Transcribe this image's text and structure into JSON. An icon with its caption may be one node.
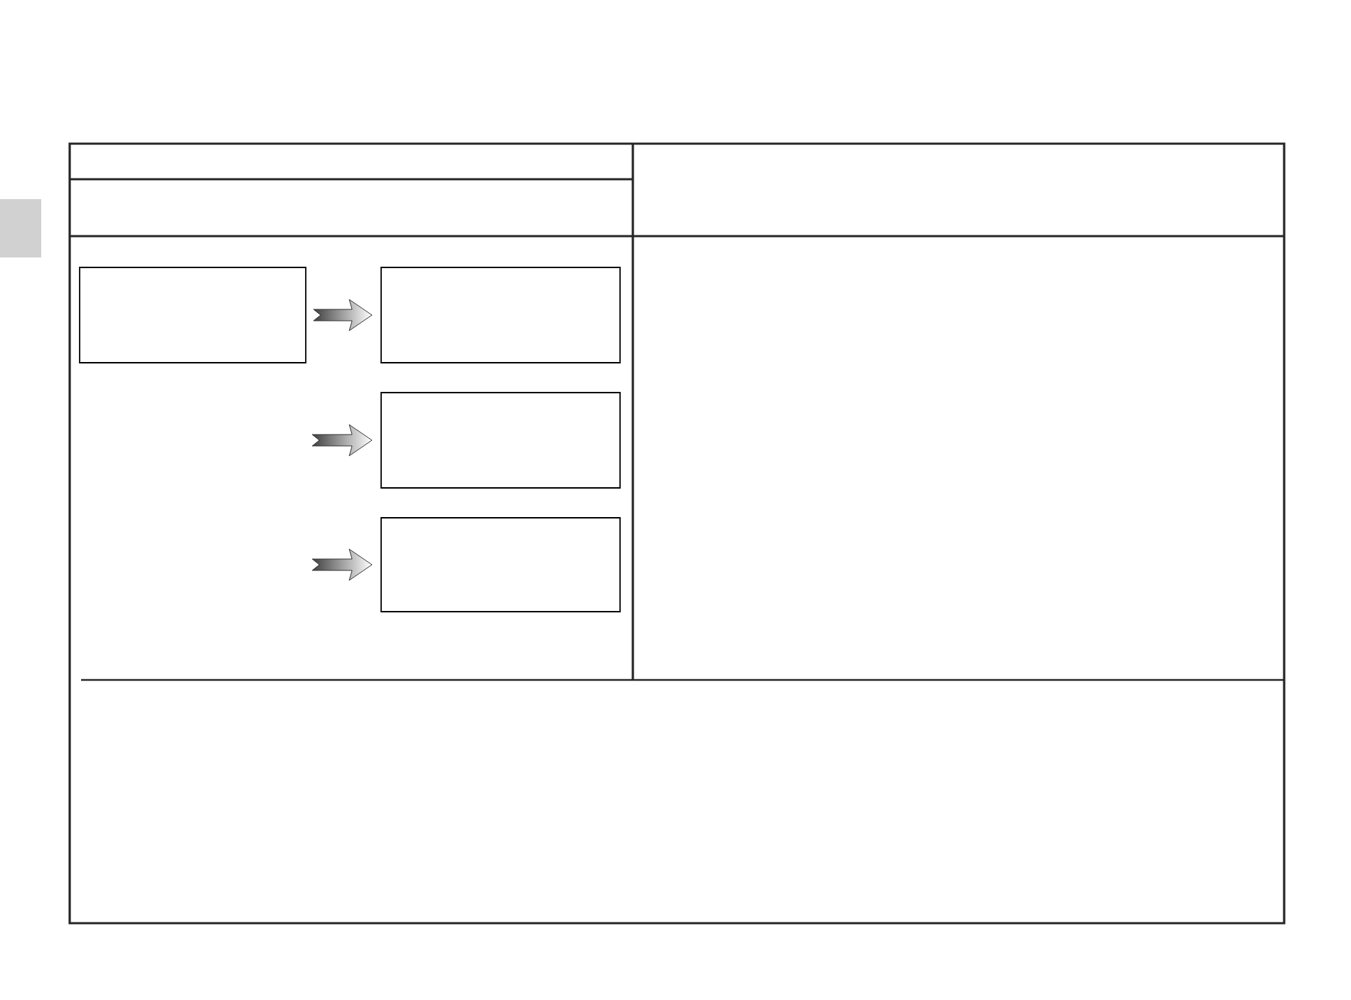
{
  "diagram": {
    "nodes": [
      {
        "text": [],
        "shape": "box"
      },
      {
        "text": [],
        "shape": "box"
      },
      {
        "text": [],
        "shape": "box"
      },
      {
        "text": [],
        "shape": "box"
      }
    ],
    "edges": [
      {
        "from": 0,
        "to": 1,
        "arrow": "to"
      },
      {
        "from": null,
        "to": 2,
        "arrow": "to"
      },
      {
        "from": null,
        "to": 3,
        "arrow": "to"
      }
    ]
  }
}
